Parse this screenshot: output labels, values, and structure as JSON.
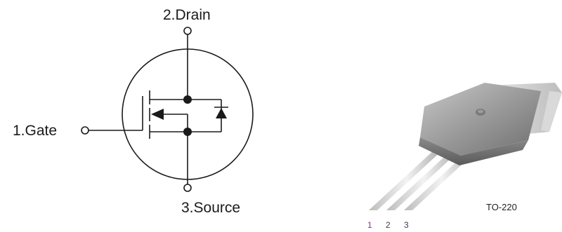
{
  "symbol": {
    "drain_label": "2.Drain",
    "gate_label": "1.Gate",
    "source_label": "3.Source"
  },
  "package": {
    "name": "TO-220",
    "pins": [
      "1",
      "2",
      "3"
    ]
  },
  "colors": {
    "line": "#1a1a1a",
    "pin1": "#8b2f8b",
    "pin2": "#3a3a5a",
    "pin3": "#3a3a5a"
  }
}
